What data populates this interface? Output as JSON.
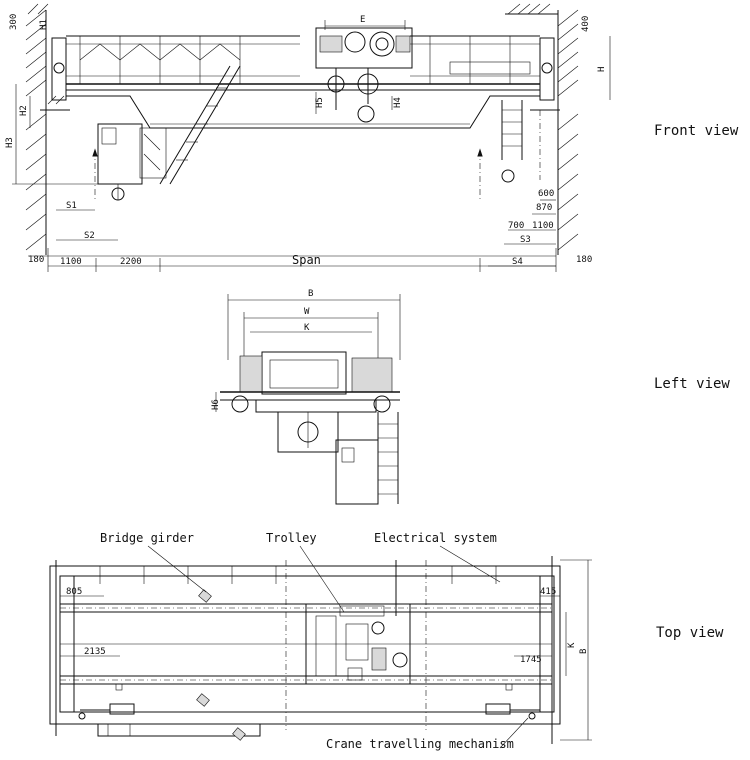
{
  "views": {
    "front": "Front view",
    "left": "Left view",
    "top": "Top view"
  },
  "front_dims": {
    "top_left": "300",
    "top_right": "400",
    "E": "E",
    "H": "H",
    "H1": "H1",
    "H2": "H2",
    "H3": "H3",
    "H4": "H4",
    "H5": "H5",
    "S1": "S1",
    "S2": "S2",
    "S3": "S3",
    "S4": "S4",
    "d180_left": "180",
    "d180_right": "180",
    "d1100_left": "1100",
    "d2200": "2200",
    "span": "Span",
    "d600": "600",
    "d870": "870",
    "d700": "700",
    "d1100_right": "1100"
  },
  "left_dims": {
    "B": "B",
    "W": "W",
    "K": "K",
    "H6": "H6"
  },
  "top_labels": {
    "bridge_girder": "Bridge girder",
    "trolley": "Trolley",
    "electrical_system": "Electrical system",
    "crane_travelling": "Crane travelling mechanism",
    "d805": "805",
    "d415": "415",
    "d2135": "2135",
    "d1745": "1745",
    "K": "K",
    "B": "B"
  }
}
